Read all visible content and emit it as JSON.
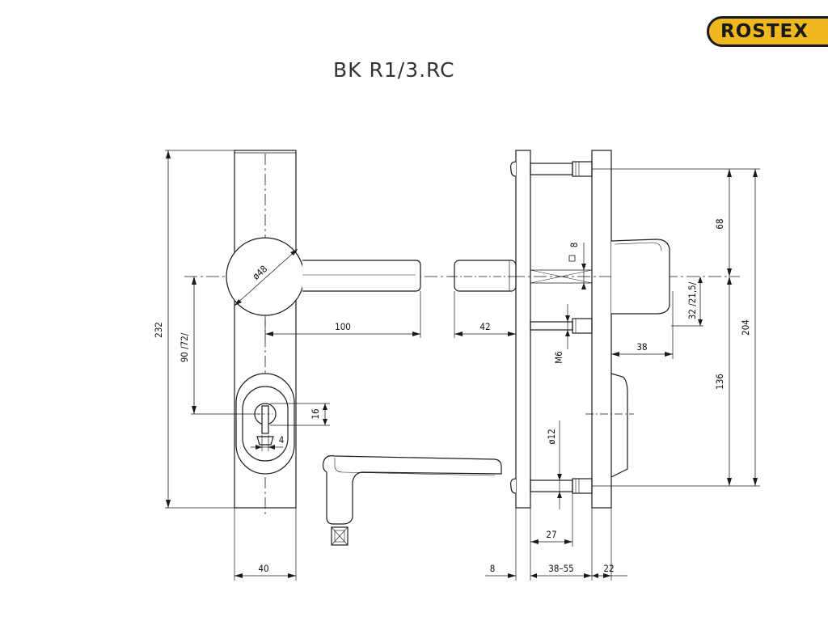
{
  "brand": {
    "logo_text": "ROSTEX"
  },
  "title": "BK  R1/3.RC",
  "dimensions": {
    "overall_height": "232",
    "rose_diameter": "ø48",
    "handle_projection": "100",
    "axis_spacing": "90 /72/",
    "plate_width": "40",
    "key_slot_height": "16",
    "key_slot_offset": "4",
    "handle_side_depth": "42",
    "spindle_square": "8",
    "screw_thread": "M6",
    "upper_screw_to_axis": "68",
    "axis_to_cylinder_edge": "32 /21,5/",
    "cylinder_guard_projection": "38",
    "screw_spacing": "204",
    "axis_to_lower_screw": "136",
    "screw_bush_diameter": "ø12",
    "bush_length": "27",
    "inner_plate_thickness": "8",
    "door_thickness": "38–55",
    "outer_plate_thickness": "22"
  },
  "colors": {
    "line": "#1a1a1a",
    "logo_bg": "#f0b81f"
  }
}
